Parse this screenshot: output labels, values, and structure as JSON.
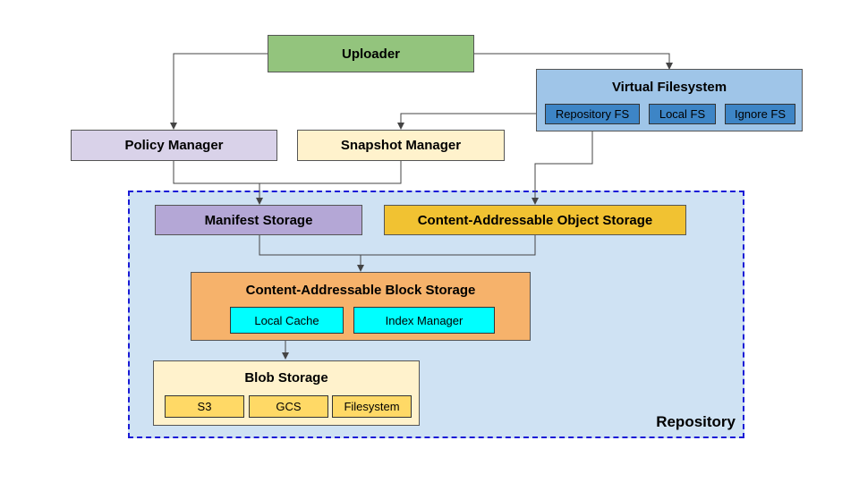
{
  "uploader": {
    "label": "Uploader",
    "color": "#93c47d"
  },
  "virtual_fs": {
    "title": "Virtual Filesystem",
    "color": "#9fc5e8",
    "items": [
      "Repository FS",
      "Local FS",
      "Ignore FS"
    ],
    "item_color": "#3d85c6"
  },
  "policy_manager": {
    "label": "Policy Manager",
    "color": "#d9d2e9"
  },
  "snapshot_manager": {
    "label": "Snapshot Manager",
    "color": "#fff2cc"
  },
  "repository": {
    "label": "Repository",
    "color": "#cfe2f3",
    "border_color": "#1a1ad6",
    "manifest_storage": {
      "label": "Manifest Storage",
      "color": "#b4a7d6"
    },
    "object_storage": {
      "label": "Content-Addressable Object Storage",
      "color": "#f1c232"
    },
    "block_storage": {
      "title": "Content-Addressable Block Storage",
      "color": "#f6b26b",
      "items": [
        "Local Cache",
        "Index Manager"
      ],
      "item_color": "#00ffff"
    },
    "blob_storage": {
      "title": "Blob Storage",
      "color": "#fff2cc",
      "items": [
        "S3",
        "GCS",
        "Filesystem"
      ],
      "item_color": "#ffd966"
    }
  }
}
